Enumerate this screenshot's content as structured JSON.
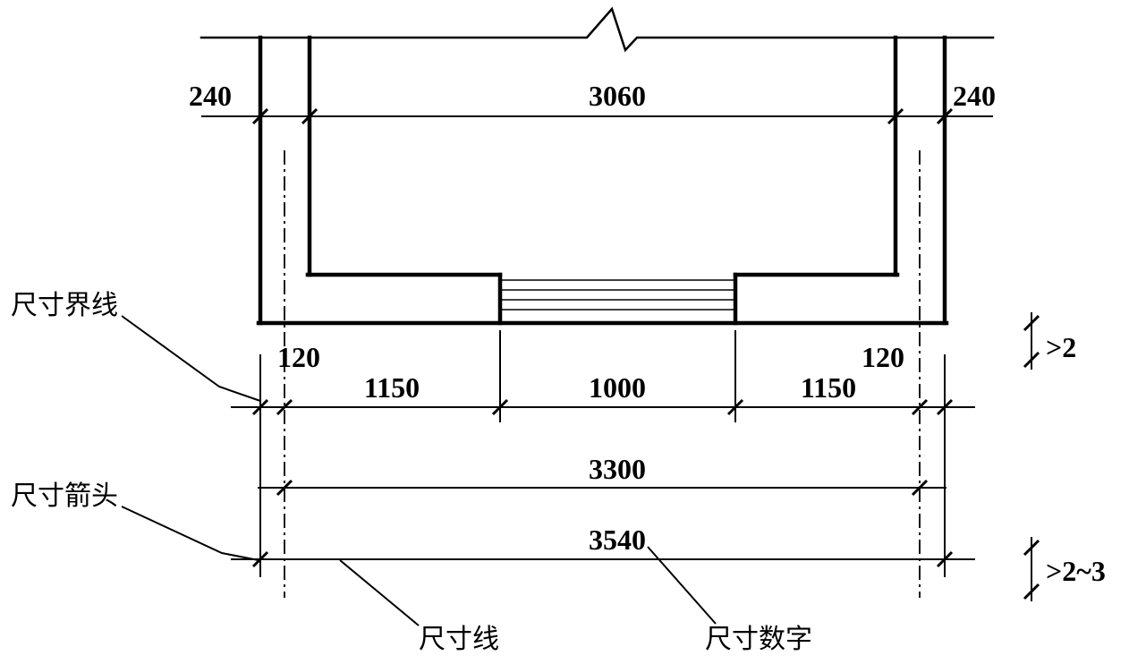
{
  "dimension_texts": {
    "wall_left": "240",
    "inner_width": "3060",
    "wall_right": "240",
    "axis_offset_left": "120",
    "segment_left": "1150",
    "opening": "1000",
    "segment_right": "1150",
    "axis_offset_right": "120",
    "axis_total": "3300",
    "overall": "3540"
  },
  "annotations": {
    "extension_beyond": ">2",
    "tick_size": ">2~3"
  },
  "callouts": {
    "extension_line": "尺寸界线",
    "dimension_arrow": "尺寸箭头",
    "dimension_line": "尺寸线",
    "dimension_number": "尺寸数字"
  },
  "colors": {
    "ink": "#000000",
    "background": "#ffffff"
  }
}
